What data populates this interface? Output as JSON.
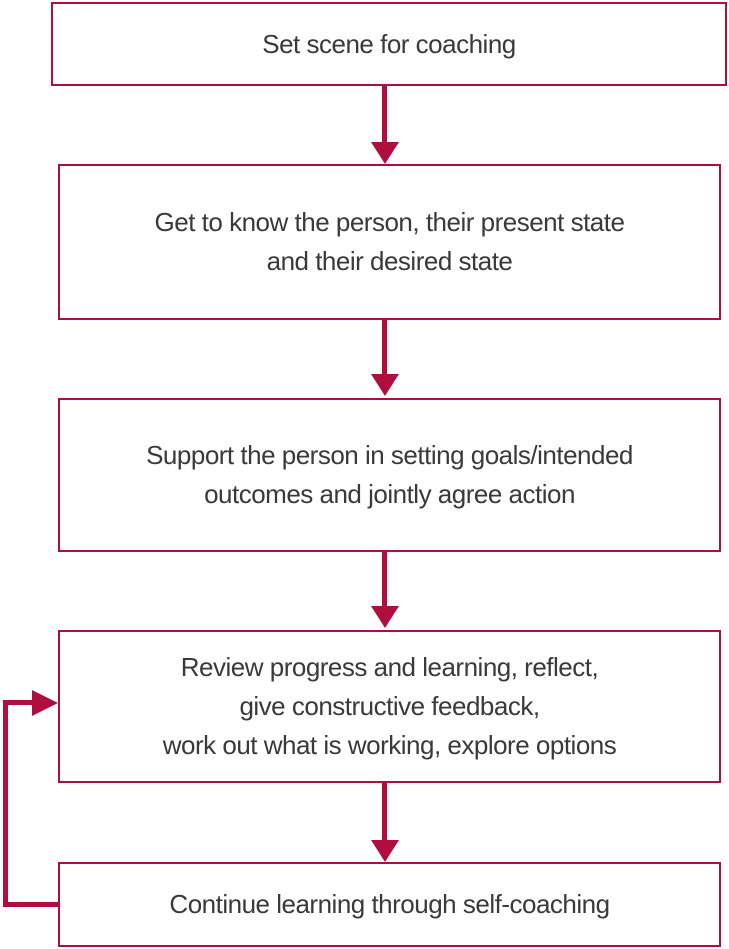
{
  "colors": {
    "accent": "#B00E3C",
    "text": "#3A3A3A",
    "background": "#FFFFFF"
  },
  "flowchart": {
    "boxes": [
      {
        "id": "set-scene",
        "lines": [
          "Set scene for coaching"
        ]
      },
      {
        "id": "know-person",
        "lines": [
          "Get to know the person, their present state",
          "and their desired state"
        ]
      },
      {
        "id": "set-goals",
        "lines": [
          "Support the person in setting goals/intended",
          "outcomes and jointly agree action"
        ]
      },
      {
        "id": "review-progress",
        "lines": [
          "Review progress and learning, reflect,",
          "give constructive feedback,",
          "work out what is working, explore options"
        ]
      },
      {
        "id": "self-coaching",
        "lines": [
          "Continue learning through self-coaching"
        ]
      }
    ],
    "connections": [
      {
        "from": "set-scene",
        "to": "know-person",
        "style": "arrow-down"
      },
      {
        "from": "know-person",
        "to": "set-goals",
        "style": "arrow-down"
      },
      {
        "from": "set-goals",
        "to": "review-progress",
        "style": "arrow-down"
      },
      {
        "from": "review-progress",
        "to": "self-coaching",
        "style": "arrow-down"
      },
      {
        "from": "self-coaching",
        "to": "review-progress",
        "style": "feedback-loop-left"
      }
    ]
  }
}
